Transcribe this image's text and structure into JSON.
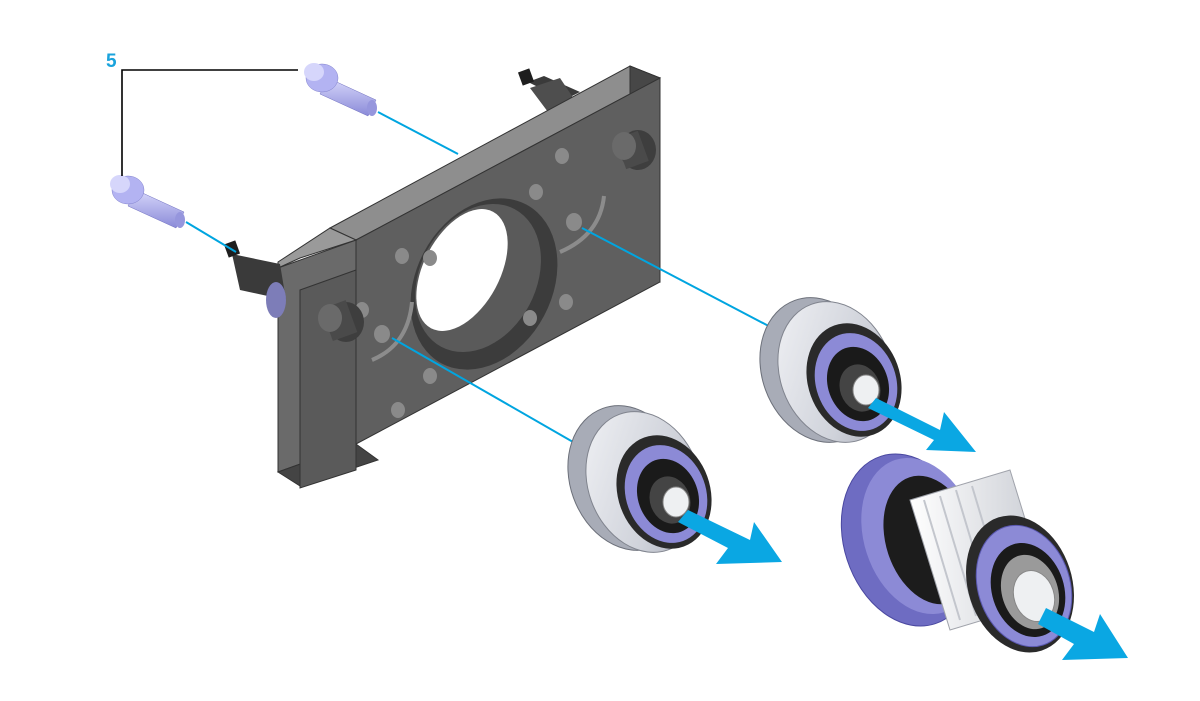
{
  "callout": {
    "number": "5"
  },
  "colors": {
    "plate": "#5f5f5f",
    "plate_top": "#8a8a8a",
    "plate_side": "#4a4a4a",
    "screw": "#a9a9ee",
    "bearing": "#8c8ad6",
    "pulley_body": "#d9dbe2",
    "arrow": "#0aa7e3",
    "leader": "#00a5e0",
    "callout_text": "#1aa3dc",
    "hub": "#eef0f2"
  },
  "parts": [
    {
      "name": "mounting-plate"
    },
    {
      "name": "screw",
      "callout": "5"
    },
    {
      "name": "screw",
      "callout": "5"
    },
    {
      "name": "idler-pulley"
    },
    {
      "name": "idler-pulley"
    },
    {
      "name": "toothed-pulley"
    }
  ]
}
